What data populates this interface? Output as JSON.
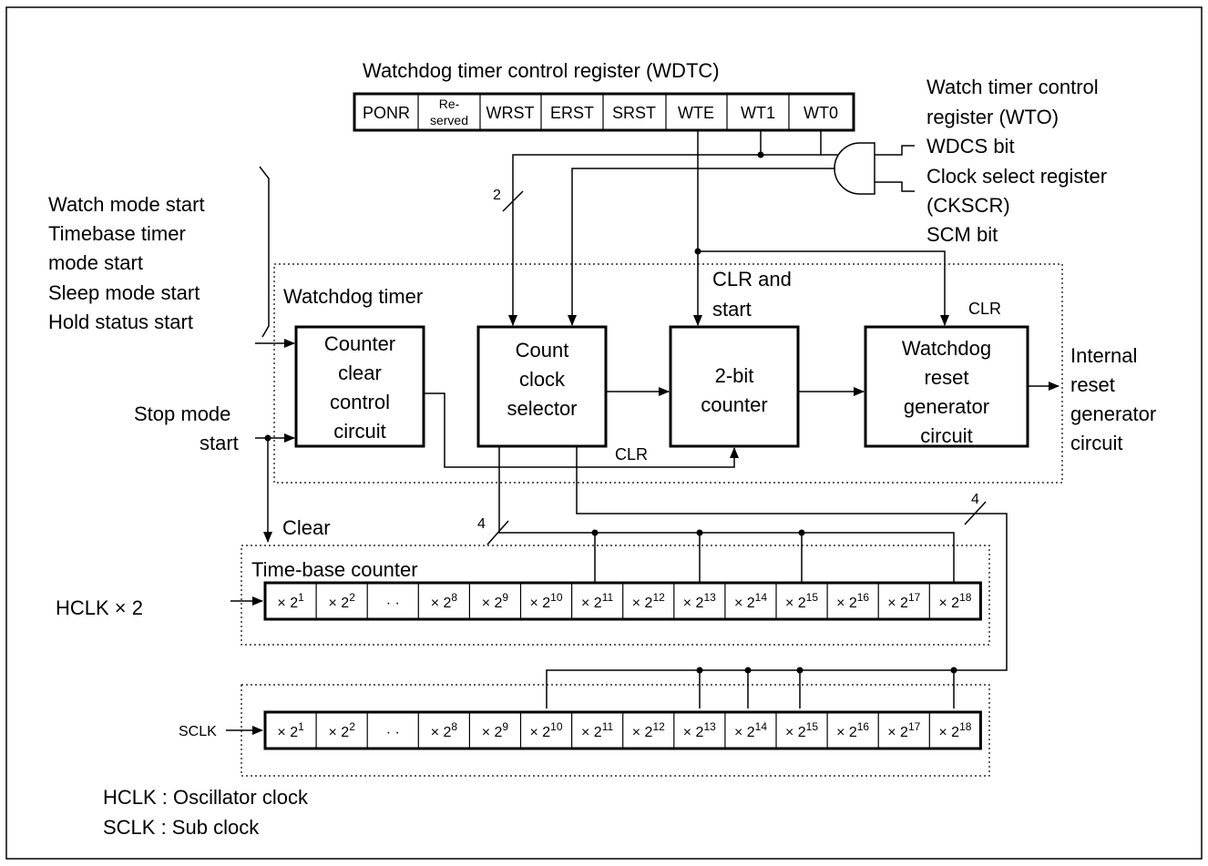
{
  "wdtc": {
    "title": "Watchdog timer control register (WDTC)",
    "bits": [
      "PONR",
      "Re-",
      "served",
      "WRST",
      "ERST",
      "SRST",
      "WTE",
      "WT1",
      "WT0"
    ]
  },
  "right_inputs": {
    "wto_line1": "Watch timer control",
    "wto_line2": "register (WTO)",
    "wdcs": "WDCS bit",
    "cks_line1": "Clock select register",
    "cks_line2": "(CKSCR)",
    "scm": "SCM bit"
  },
  "left_inputs": {
    "lines": [
      "Watch mode start",
      "Timebase timer",
      "mode start",
      "Sleep mode start",
      "Hold status start"
    ],
    "stop_line1": "Stop mode",
    "stop_line2": "start",
    "clear": "Clear"
  },
  "watchdog": {
    "title": "Watchdog timer",
    "clr_start_line1": "CLR and",
    "clr_start_line2": "start",
    "clr_top": "CLR",
    "clr_bottom": "CLR",
    "bus_width_top": "2",
    "bus_width_left": "4",
    "bus_width_right": "4"
  },
  "blocks": {
    "counter_clear": [
      "Counter",
      "clear",
      "control",
      "circuit"
    ],
    "count_clock": [
      "Count",
      "clock",
      "selector"
    ],
    "two_bit": [
      "2-bit",
      "counter"
    ],
    "reset_gen": [
      "Watchdog",
      "reset",
      "generator",
      "circuit"
    ]
  },
  "output": [
    "Internal",
    "reset",
    "generator",
    "circuit"
  ],
  "timebase": {
    "title": "Time-base counter",
    "input": "HCLK × 2"
  },
  "sub": {
    "input": "SCLK"
  },
  "cells": [
    {
      "m": "× 2",
      "e": "1"
    },
    {
      "m": "× 2",
      "e": "2"
    },
    {
      "m": "· ·",
      "e": ""
    },
    {
      "m": "× 2",
      "e": "8"
    },
    {
      "m": "× 2",
      "e": "9"
    },
    {
      "m": "× 2",
      "e": "10"
    },
    {
      "m": "× 2",
      "e": "11"
    },
    {
      "m": "× 2",
      "e": "12"
    },
    {
      "m": "× 2",
      "e": "13"
    },
    {
      "m": "× 2",
      "e": "14"
    },
    {
      "m": "× 2",
      "e": "15"
    },
    {
      "m": "× 2",
      "e": "16"
    },
    {
      "m": "× 2",
      "e": "17"
    },
    {
      "m": "× 2",
      "e": "18"
    }
  ],
  "legend": {
    "hclk": "HCLK : Oscillator clock",
    "sclk": "SCLK : Sub clock"
  }
}
